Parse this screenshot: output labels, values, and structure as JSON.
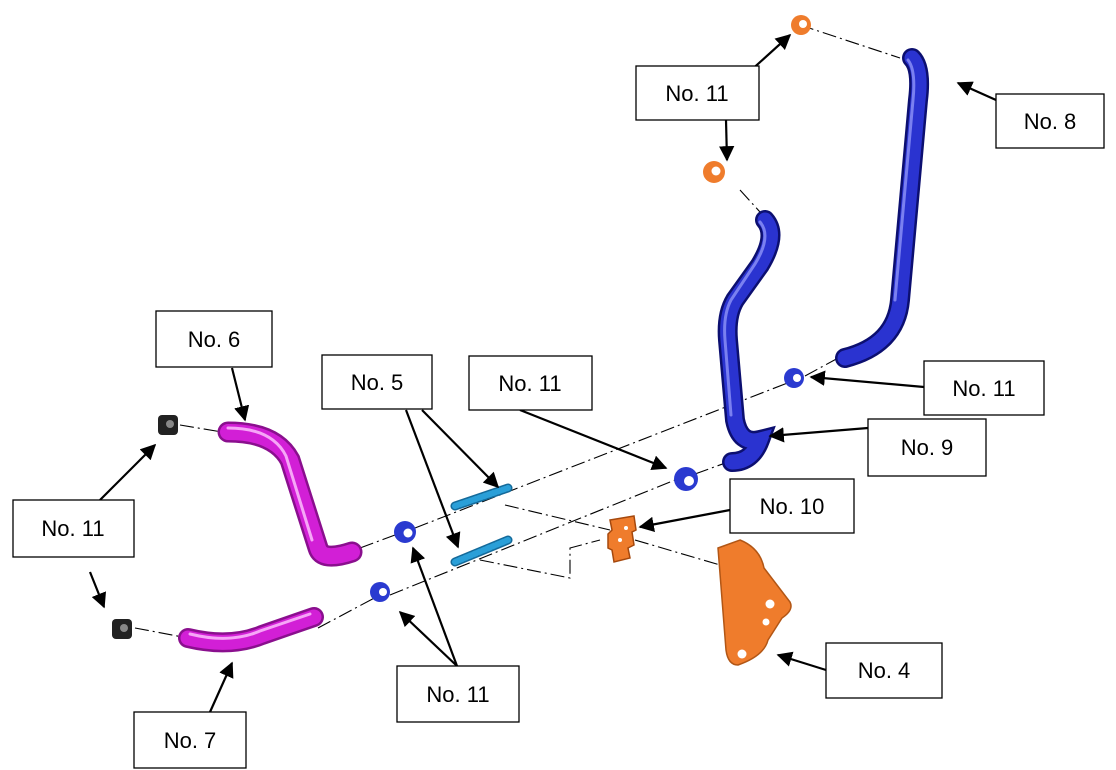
{
  "labels": {
    "no11_top": "No. 11",
    "no8": "No. 8",
    "no6": "No. 6",
    "no5": "No. 5",
    "no11_center": "No. 11",
    "no11_right": "No. 11",
    "no9": "No. 9",
    "no10": "No. 10",
    "no11_left": "No. 11",
    "no4": "No. 4",
    "no11_bottom": "No. 11",
    "no7": "No. 7"
  },
  "colors": {
    "hose_magenta": "#d21fd6",
    "hose_blue": "#1a1fb8",
    "clamp_blue": "#2a3ad0",
    "clip_orange": "#f07a22",
    "bracket_orange": "#ef7c2c",
    "pin_cyan": "#2a9fd8",
    "cap_black": "#222222"
  }
}
